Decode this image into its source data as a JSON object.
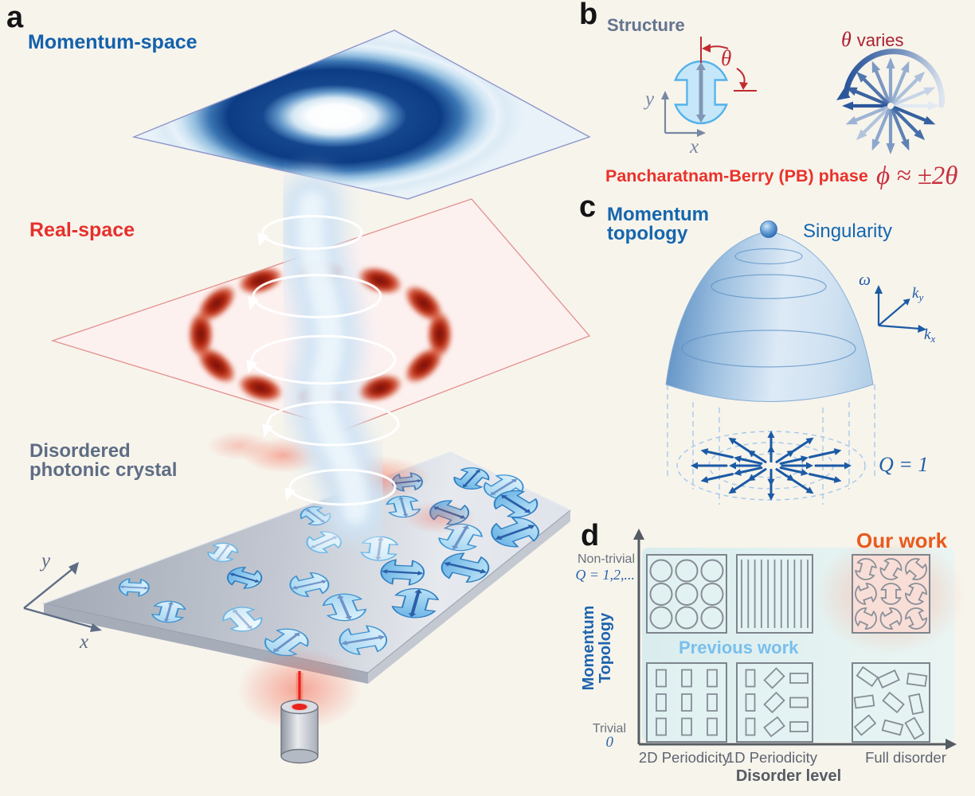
{
  "canvas": {
    "background": "#f7f4ec"
  },
  "panel_a": {
    "label": "a",
    "momentum_space_label": "Momentum-space",
    "real_space_label": "Real-space",
    "crystal_label_line1": "Disordered",
    "crystal_label_line2": "photonic crystal",
    "axis_x": "x",
    "axis_y": "y",
    "colors": {
      "momentum_label": "#1361ad",
      "real_label": "#e6302c",
      "crystal_label": "#5e6d84"
    },
    "petal_count": 12,
    "atoms": [
      [
        0.15,
        0.1,
        95,
        1
      ],
      [
        0.38,
        0.1,
        25,
        0
      ],
      [
        0.62,
        0.1,
        140,
        1
      ],
      [
        0.85,
        0.12,
        80,
        2
      ],
      [
        0.08,
        0.3,
        10,
        1
      ],
      [
        0.3,
        0.3,
        115,
        2
      ],
      [
        0.53,
        0.3,
        55,
        0
      ],
      [
        0.76,
        0.3,
        170,
        1
      ],
      [
        0.95,
        0.32,
        30,
        2
      ],
      [
        0.12,
        0.5,
        150,
        0
      ],
      [
        0.34,
        0.5,
        70,
        1
      ],
      [
        0.57,
        0.5,
        5,
        0
      ],
      [
        0.8,
        0.5,
        120,
        2
      ],
      [
        0.97,
        0.52,
        45,
        1
      ],
      [
        0.06,
        0.7,
        40,
        1
      ],
      [
        0.28,
        0.7,
        165,
        1
      ],
      [
        0.5,
        0.7,
        95,
        2
      ],
      [
        0.72,
        0.7,
        20,
        1
      ],
      [
        0.93,
        0.7,
        135,
        2
      ],
      [
        0.15,
        0.88,
        75,
        1
      ],
      [
        0.38,
        0.88,
        10,
        2
      ],
      [
        0.6,
        0.88,
        110,
        2
      ],
      [
        0.82,
        0.88,
        60,
        2
      ]
    ]
  },
  "panel_b": {
    "label": "b",
    "title": "Structure",
    "axis_x": "x",
    "axis_y": "y",
    "theta_symbol": "θ",
    "theta_varies_symbol": "θ",
    "theta_varies_text": "varies",
    "pb_label": "Pancharatnam-Berry (PB) phase",
    "pb_formula": "ϕ ≈ ±2θ",
    "star_colors": [
      "#e2e9f2",
      "#c6d4e6",
      "#abc0da",
      "#96afd0",
      "#8ba5cb",
      "#7b97c0",
      "#5076ad",
      "#3a639f",
      "#2b569b",
      "#9db3d3",
      "#b3c4dd",
      "#8ea8cc",
      "#7d9ac4",
      "#5e82b4",
      "#446ea8",
      "#35609f"
    ]
  },
  "panel_c": {
    "label": "c",
    "title_line1": "Momentum",
    "title_line2": "topology",
    "singularity_label": "Singularity",
    "axis_omega": "ω",
    "axis_k": "k",
    "sub_y": "y",
    "sub_x": "x",
    "charge_label": "Q = 1",
    "spokes": 12
  },
  "panel_d": {
    "label": "d",
    "our_work": "Our work",
    "previous_work": "Previous work",
    "y_top_label": "Non-trivial",
    "y_top_value": "Q = 1,2,...",
    "y_bottom_label": "Trivial",
    "y_bottom_value": "0",
    "y_axis_title_line1": "Momentum",
    "y_axis_title_line2": "Topology",
    "x_categories": [
      "2D Periodicity",
      "1D Periodicity",
      "Full disorder"
    ],
    "x_axis_title": "Disorder level",
    "box_angles_ibeams": [
      15,
      210,
      310,
      250,
      180,
      25,
      115,
      60,
      335
    ],
    "box_angles_random": [
      35,
      -25,
      8,
      -8,
      40,
      78,
      -40,
      15,
      60
    ],
    "box_angles_mixed": [
      -45,
      -45,
      -38
    ],
    "stripes_count": 11,
    "grid": 3,
    "colors": {
      "our_work": "#e85a1e",
      "previous_work": "#79bfed",
      "axis": "#555b63"
    }
  }
}
